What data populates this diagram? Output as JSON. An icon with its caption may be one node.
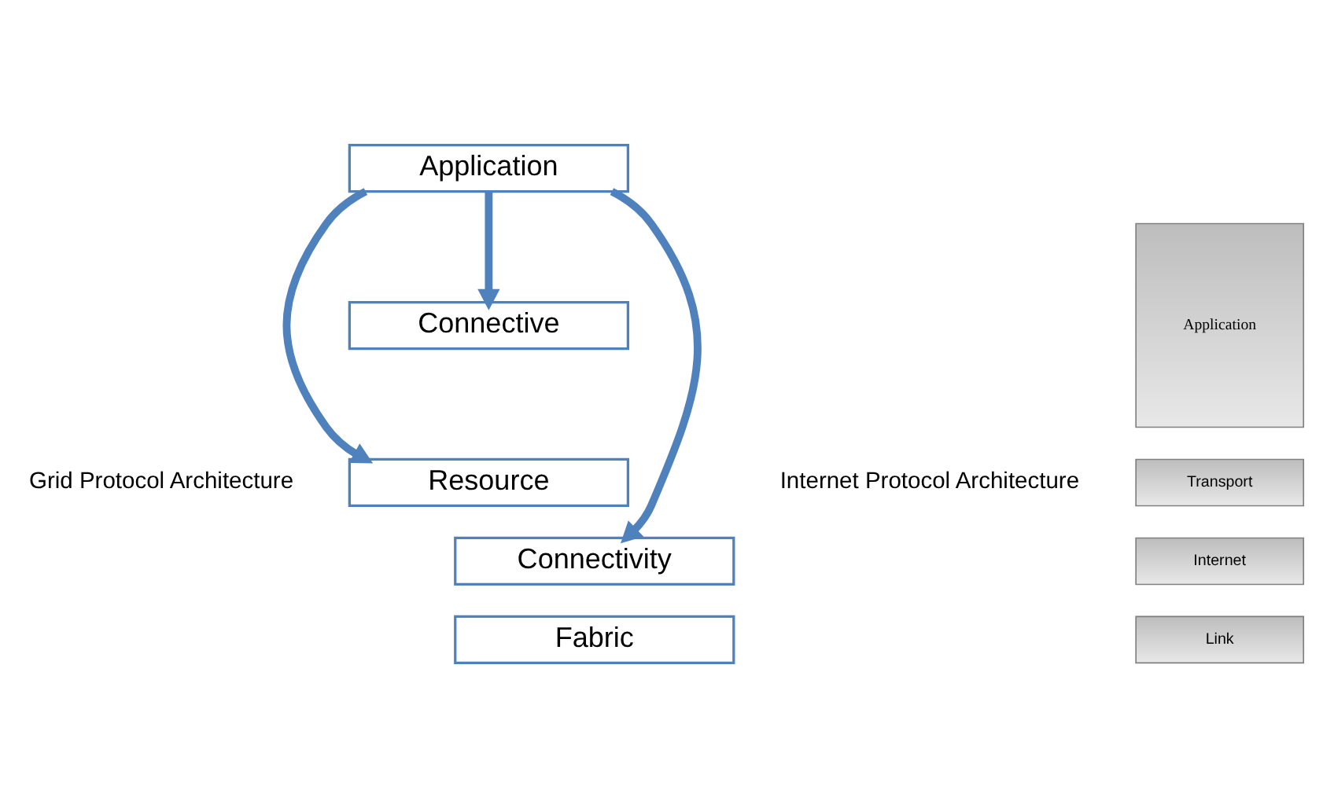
{
  "diagram": {
    "nodes": [
      {
        "text": [
          "Application"
        ]
      },
      {
        "text": [
          "Connective"
        ]
      },
      {
        "text": [
          "Resource"
        ]
      },
      {
        "text": [
          "Connectivity"
        ]
      },
      {
        "text": [
          "Fabric"
        ]
      },
      {
        "text": [
          "Application"
        ]
      },
      {
        "text": [
          "Transport"
        ]
      },
      {
        "text": [
          "Internet"
        ]
      },
      {
        "text": [
          "Link"
        ]
      }
    ],
    "edges": [
      {
        "from": 0,
        "to": 3,
        "arrow": "to"
      },
      {
        "from": 0,
        "to": 2,
        "arrow": "to"
      },
      {
        "from": 0,
        "to": 1,
        "arrow": "to"
      }
    ],
    "labels": [
      "Grid Protocol Architecture",
      "Internet Protocol Architecture"
    ]
  }
}
